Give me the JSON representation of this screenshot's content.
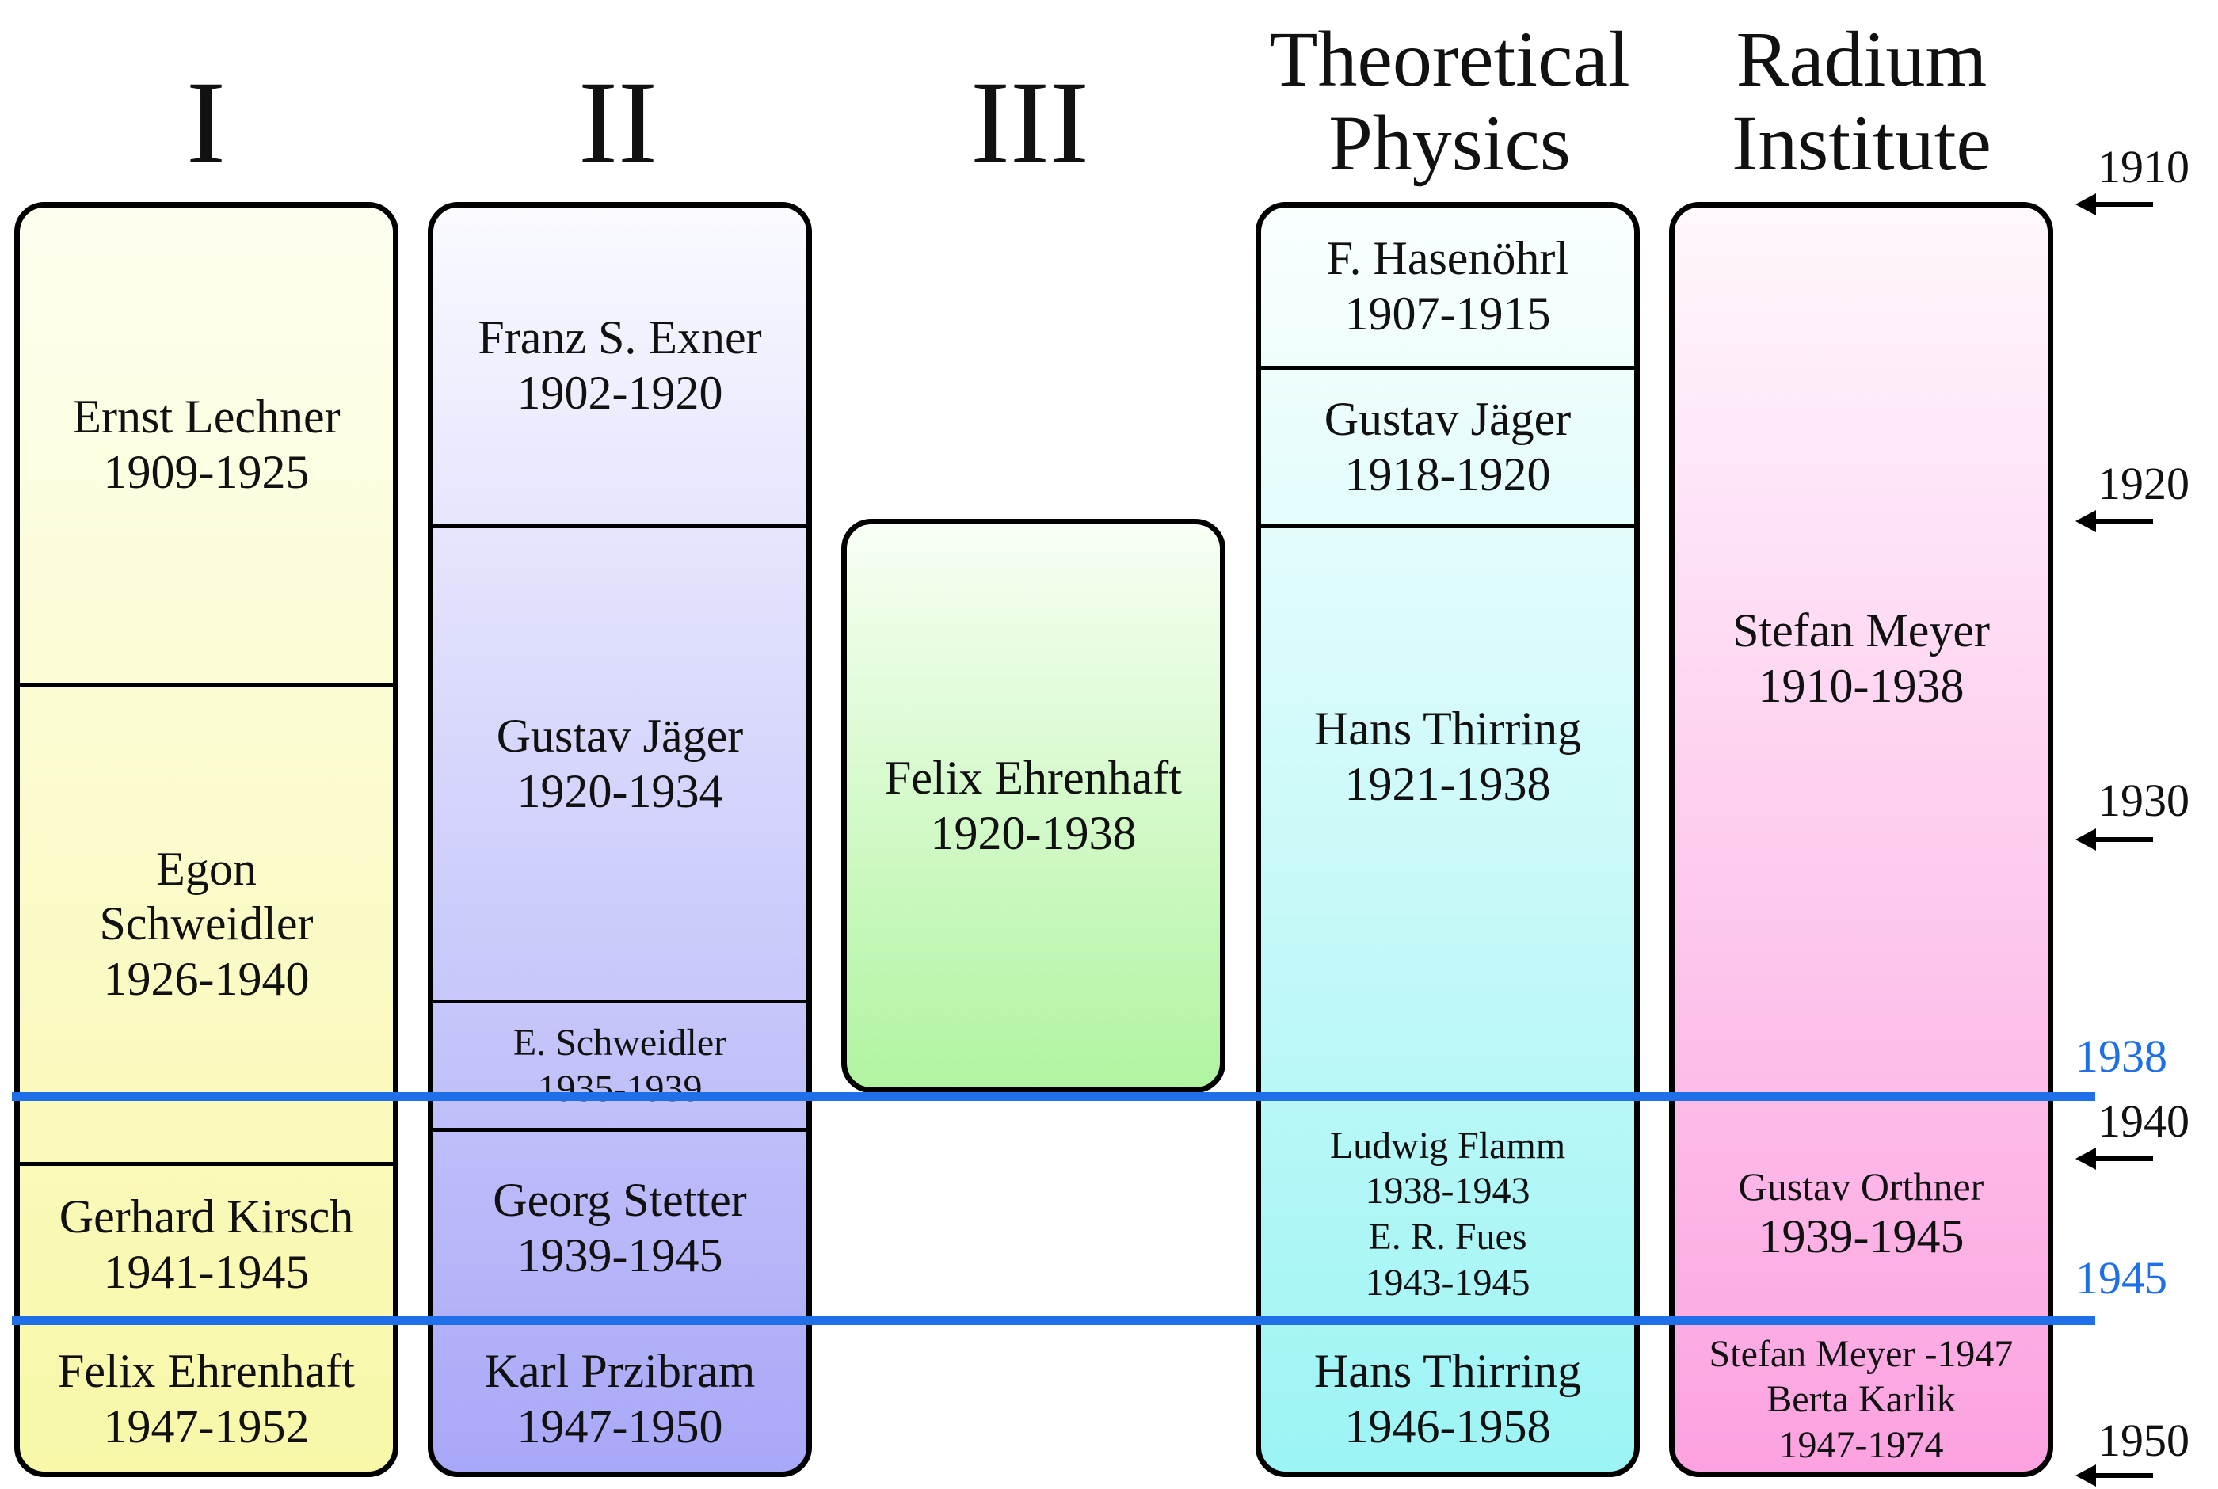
{
  "columns": [
    {
      "title": "I",
      "segments": [
        {
          "name": "Ernst Lechner",
          "years": "1909-1925"
        },
        {
          "name": "Egon Schweidler",
          "years": "1926-1940"
        },
        {
          "name": "Gerhard Kirsch",
          "years": "1941-1945"
        },
        {
          "name": "Felix Ehrenhaft",
          "years": "1947-1952"
        }
      ]
    },
    {
      "title": "II",
      "segments": [
        {
          "name": "Franz S. Exner",
          "years": "1902-1920"
        },
        {
          "name": "Gustav Jäger",
          "years": "1920-1934"
        },
        {
          "name": "E. Schweidler",
          "years": "1935-1939"
        },
        {
          "name": "Georg Stetter",
          "years": "1939-1945"
        },
        {
          "name": "Karl Przibram",
          "years": "1947-1950"
        }
      ]
    },
    {
      "title": "III",
      "segments": [
        {
          "name": "Felix Ehrenhaft",
          "years": "1920-1938"
        }
      ]
    },
    {
      "title_line1": "Theoretical",
      "title_line2": "Physics",
      "segments": [
        {
          "name": "F. Hasenöhrl",
          "years": "1907-1915"
        },
        {
          "name": "Gustav Jäger",
          "years": "1918-1920"
        },
        {
          "name": "Hans Thirring",
          "years": "1921-1938"
        },
        {
          "name": "Ludwig Flamm",
          "years": "1938-1943",
          "name2": "E. R. Fues",
          "years2": "1943-1945"
        },
        {
          "name": "Hans Thirring",
          "years": "1946-1958"
        }
      ]
    },
    {
      "title_line1": "Radium",
      "title_line2": "Institute",
      "segments": [
        {
          "name": "Stefan Meyer",
          "years": "1910-1938"
        },
        {
          "name": "Gustav Orthner",
          "years": "1939-1945"
        },
        {
          "name": "Stefan Meyer -1947",
          "name2": "Berta Karlik",
          "years": "1947-1974"
        }
      ]
    }
  ],
  "timeline": {
    "years": [
      "1910",
      "1920",
      "1930",
      "1940",
      "1950"
    ],
    "markers": [
      {
        "label": "1938",
        "color": "#1f6fe8"
      },
      {
        "label": "1945",
        "color": "#1f6fe8"
      }
    ]
  },
  "colors": {
    "col1": "#fafab0",
    "col2": "#aaaaf8",
    "col3": "#b2f5a2",
    "col4": "#a0f5f5",
    "col5": "#fca4e2",
    "marker": "#1f6fe8"
  }
}
